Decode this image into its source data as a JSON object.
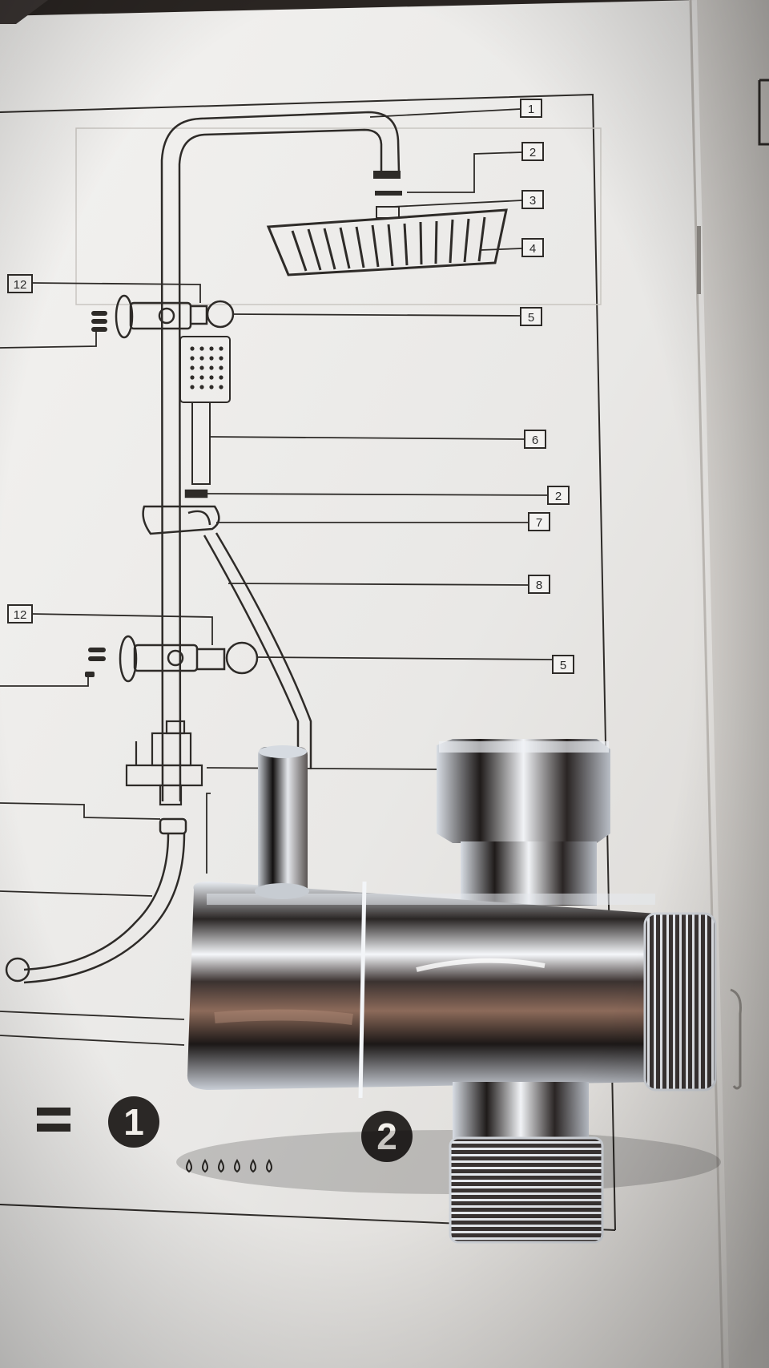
{
  "photo": {
    "subject": "Chrome 3-way shower diverter valve resting on a printed shower-system parts diagram",
    "paper_color": "#efeeec",
    "ink_color": "#2e2b28",
    "chrome_highlight": "#f7f8fb",
    "chrome_shadow": "#1a1716",
    "background_color": "#2a2522"
  },
  "diagram": {
    "callouts": [
      "1",
      "2",
      "3",
      "4",
      "5",
      "6",
      "2",
      "7",
      "8",
      "5",
      "12",
      "12"
    ],
    "steps": [
      "1",
      "2"
    ]
  }
}
